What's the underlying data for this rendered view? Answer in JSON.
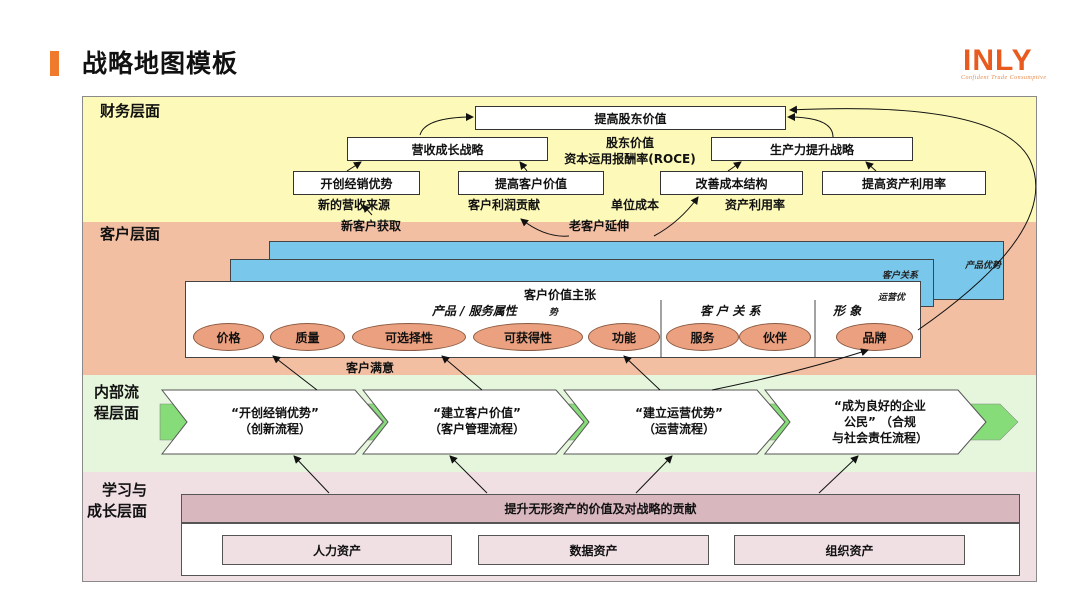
{
  "header": {
    "title": "战略地图模板",
    "logo": "INLY",
    "logo_sub": "Confident  Trade  Consumptive",
    "accent": "#ef7a2c"
  },
  "financial": {
    "label": "财务层面",
    "top_goal": "提高股东价值",
    "growth_strategy": "营收成长战略",
    "productivity_strategy": "生产力提升战略",
    "metric_1": "股东价值",
    "metric_2": "资本运用报酬率(ROCE)",
    "items": [
      "开创经销优势",
      "提高客户价值",
      "改善成本结构",
      "提高资产利用率"
    ],
    "sub_labels": [
      "新的营收来源",
      "客户利润贡献",
      "单位成本",
      "资产利用率"
    ]
  },
  "customer": {
    "label": "客户层面",
    "new_customer": "新客户获取",
    "retention": "老客户延伸",
    "product_adv": "产品优势",
    "customer_rel": "客户关系",
    "ops_adv": "运营优",
    "value_prop": "客户价值主张",
    "attr_heading": "产品 / 服务属性",
    "attr_suffix": "势",
    "rel_heading": "客 户 关 系",
    "image_heading": "形 象",
    "attributes": [
      "价格",
      "质量",
      "可选择性",
      "可获得性",
      "功能"
    ],
    "relationships": [
      "服务",
      "伙伴"
    ],
    "image_items": [
      "品牌"
    ],
    "satisfaction": "客户满意"
  },
  "internal": {
    "label_line1": "内部流",
    "label_line2": "程层面",
    "processes": [
      {
        "l1": "“开创经销优势”",
        "l2": "（创新流程）",
        "l3": ""
      },
      {
        "l1": "“建立客户价值”",
        "l2": "（客户管理流程）",
        "l3": ""
      },
      {
        "l1": "“建立运营优势”",
        "l2": "（运营流程）",
        "l3": ""
      },
      {
        "l1": "“成为良好的企业",
        "l2": "公民”  （合规",
        "l3": "与社会责任流程）"
      }
    ]
  },
  "learning": {
    "label_line1": "学习与",
    "label_line2": "成长层面",
    "banner": "提升无形资产的价值及对战略的贡献",
    "assets": [
      "人力资产",
      "数据资产",
      "组织资产"
    ]
  },
  "colors": {
    "finance_band": "#fdf9b8",
    "customer_band": "#f2bfa3",
    "internal_band": "#e6f6dd",
    "learning_band": "#f0e0e4",
    "cyan": "#79c7ea",
    "oval": "#eba07f"
  }
}
